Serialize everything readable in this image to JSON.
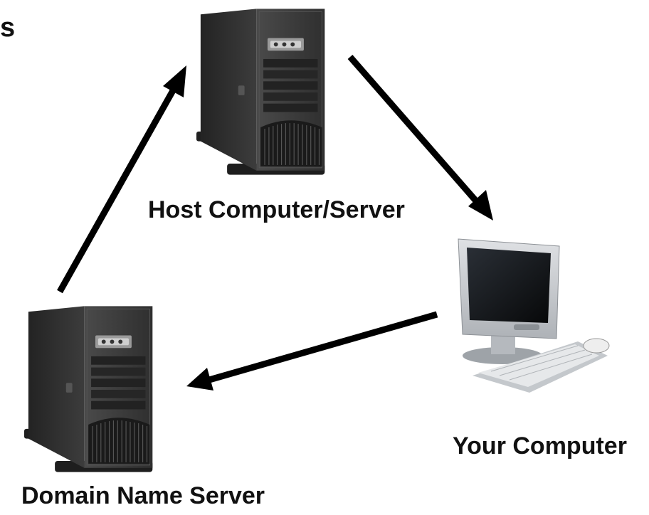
{
  "corner_text": "s",
  "nodes": {
    "host": {
      "label": "Host Computer/Server",
      "icon": "server-tower-icon"
    },
    "your": {
      "label": "Your Computer",
      "icon": "desktop-computer-icon"
    },
    "dns": {
      "label": "Domain Name Server",
      "icon": "server-tower-icon"
    }
  },
  "edges": [
    {
      "from": "dns",
      "to": "host"
    },
    {
      "from": "host",
      "to": "your"
    },
    {
      "from": "your",
      "to": "dns"
    }
  ],
  "colors": {
    "arrow": "#000000",
    "server_body": "#3a3a3a",
    "server_dark": "#1c1c1c",
    "monitor_frame": "#c9ccd0",
    "monitor_screen": "#111418",
    "keyboard": "#e6e8ea"
  }
}
